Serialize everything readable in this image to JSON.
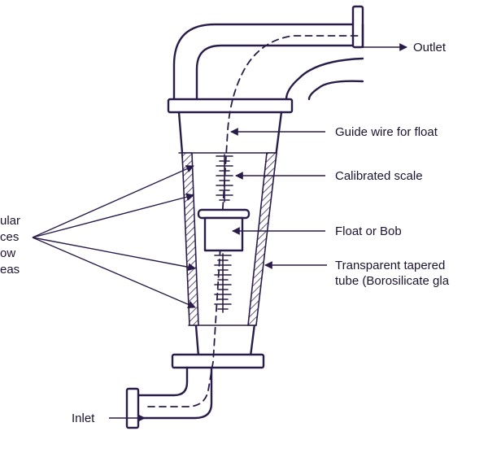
{
  "labels": {
    "outlet": "Outlet",
    "guide_wire": "Guide wire for float",
    "calibrated_scale": "Calibrated scale",
    "float": "Float or Bob",
    "tube_line1": "Transparent tapered",
    "tube_line2": "tube (Borosilicate gla",
    "annular_line1": "ular",
    "annular_line2": "ces",
    "annular_line3": "ow",
    "annular_line4": "eas",
    "inlet": "Inlet"
  },
  "colors": {
    "stroke": "#2a1c4a",
    "hatch": "#3a2a5a",
    "text": "#1c1330"
  }
}
